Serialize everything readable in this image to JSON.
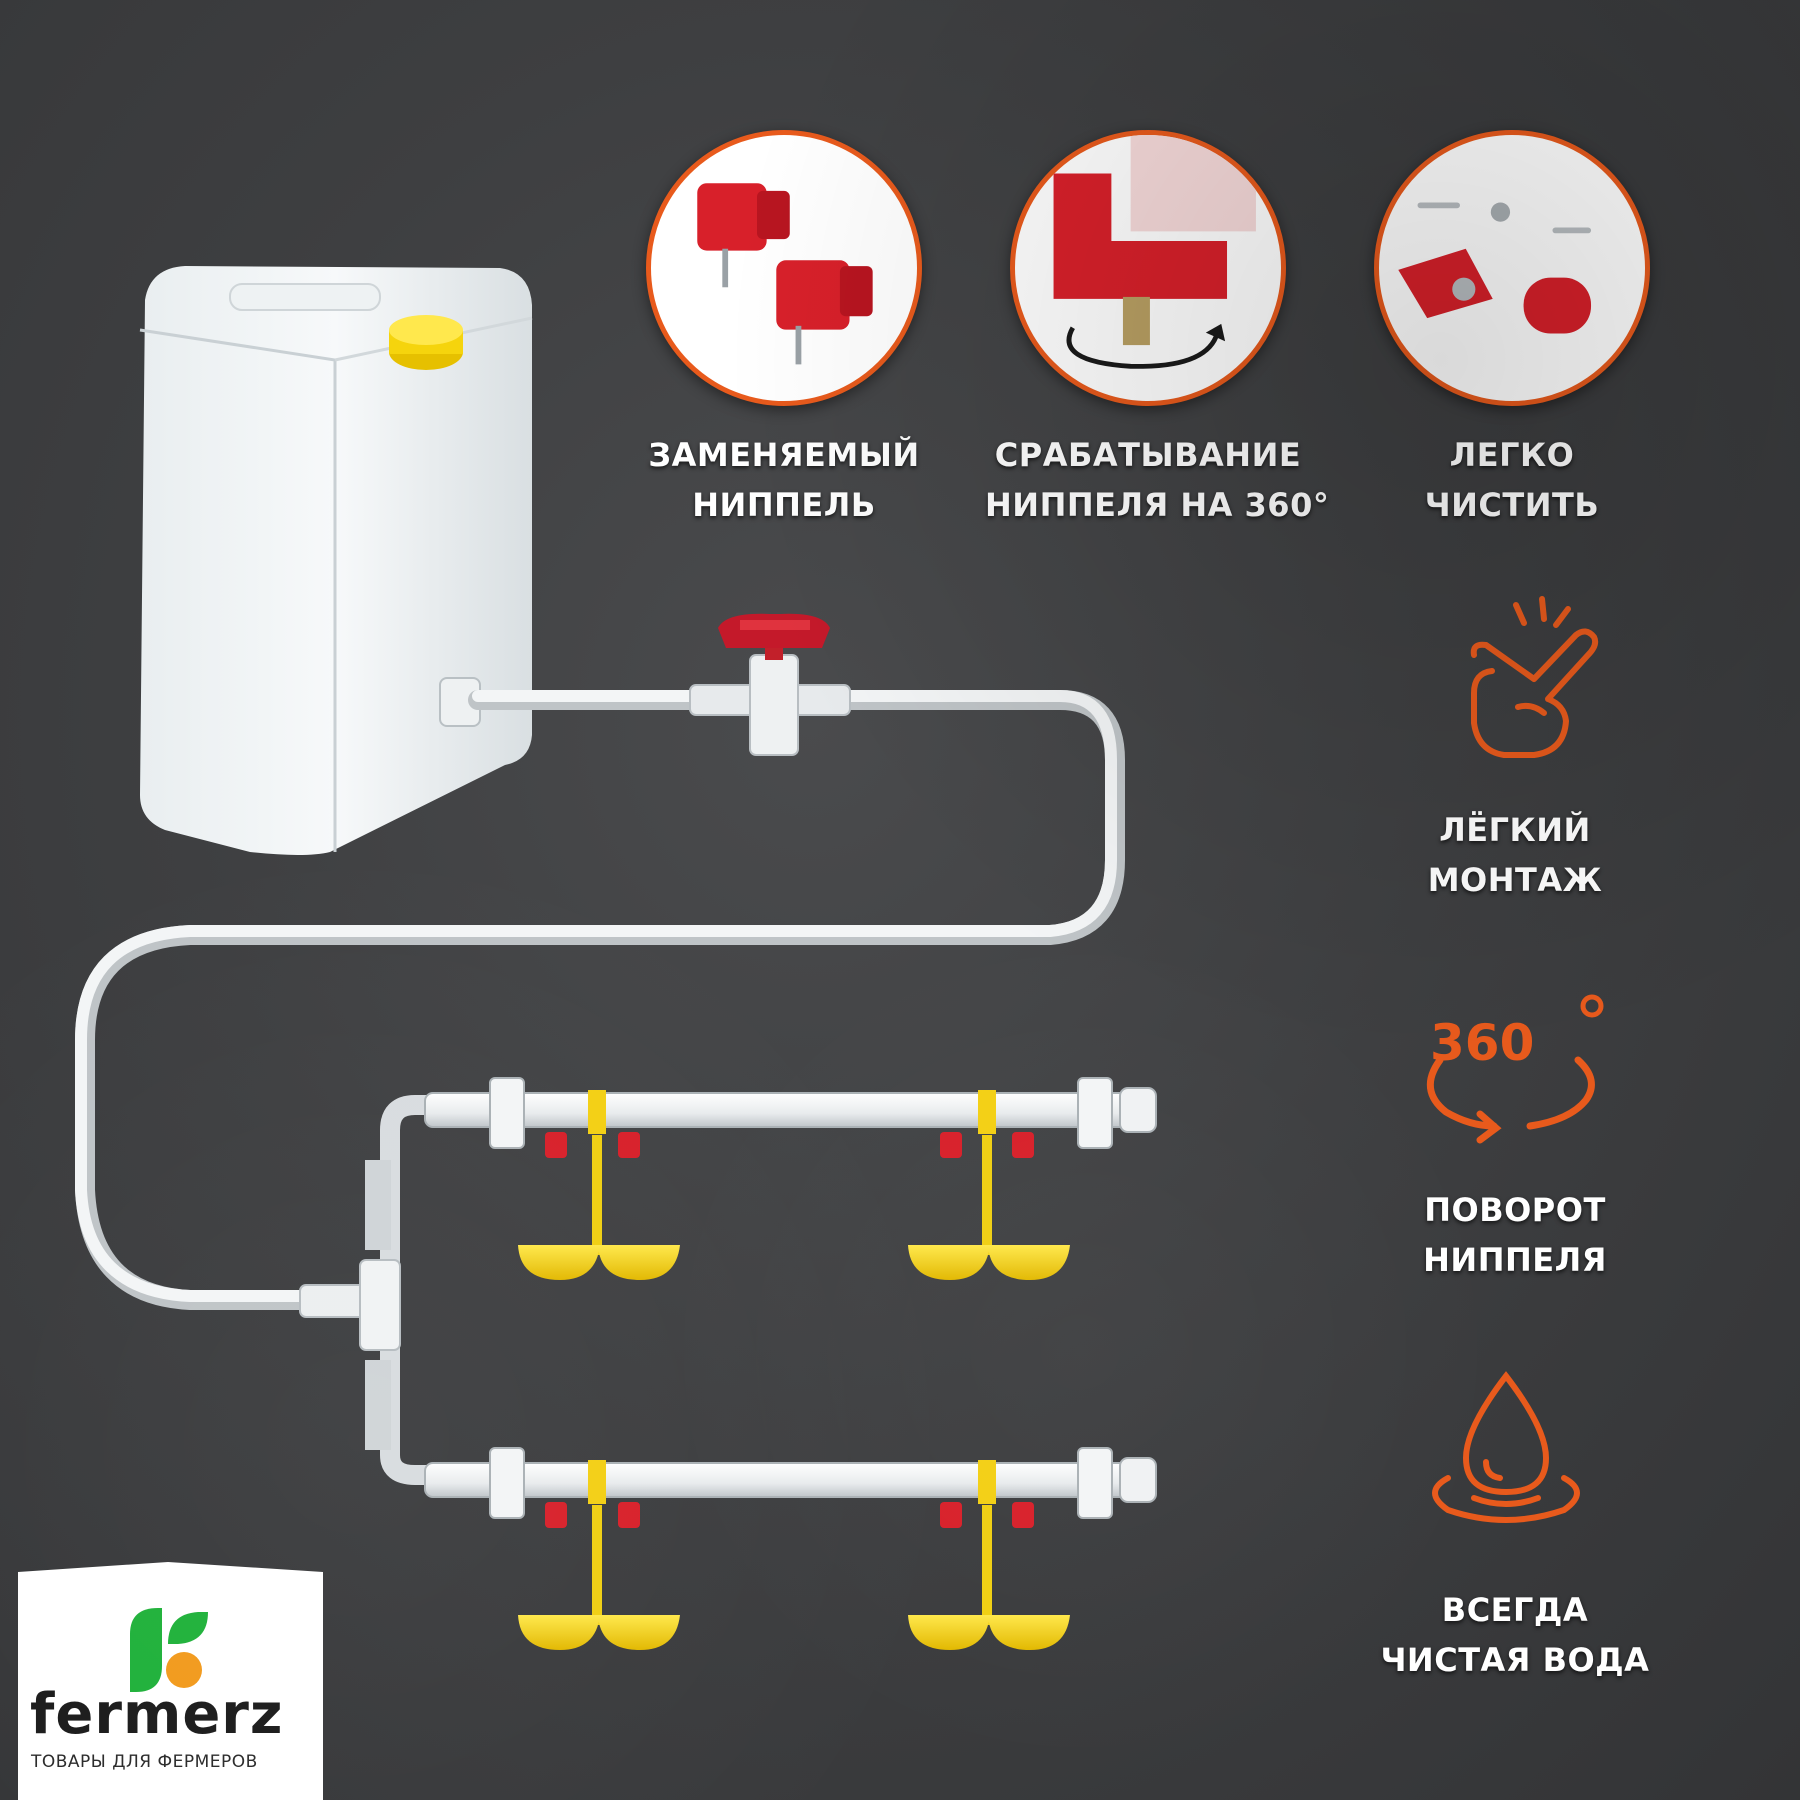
{
  "colors": {
    "accent": "#e85a1c",
    "background": "#3e3f41",
    "nipple_red": "#d8202a",
    "cup_yellow": "#f1d10b",
    "text": "#ffffff"
  },
  "features_top": [
    {
      "icon": "replaceable-nipple-photo",
      "line1": "ЗАМЕНЯЕМЫЙ",
      "line2": "НИППЕЛЬ"
    },
    {
      "icon": "nipple-360-activation-photo",
      "line1": "СРАБАТЫВАНИЕ",
      "line2": "НИППЕЛЯ НА 360°"
    },
    {
      "icon": "disassembled-nipple-photo",
      "line1": "ЛЕГКО",
      "line2": "ЧИСТИТЬ"
    }
  ],
  "features_side": [
    {
      "icon": "tap-hand-icon",
      "line1": "ЛЁГКИЙ",
      "line2": "МОНТАЖ"
    },
    {
      "icon": "rotate-360-icon",
      "badge": "360",
      "line1": "ПОВОРОТ",
      "line2": "НИППЕЛЯ"
    },
    {
      "icon": "water-drop-icon",
      "line1": "ВСЕГДА",
      "line2": "ЧИСТАЯ ВОДА"
    }
  ],
  "brand": {
    "name": "fermerz",
    "tagline": "ТОВАРЫ ДЛЯ ФЕРМЕРОВ"
  }
}
